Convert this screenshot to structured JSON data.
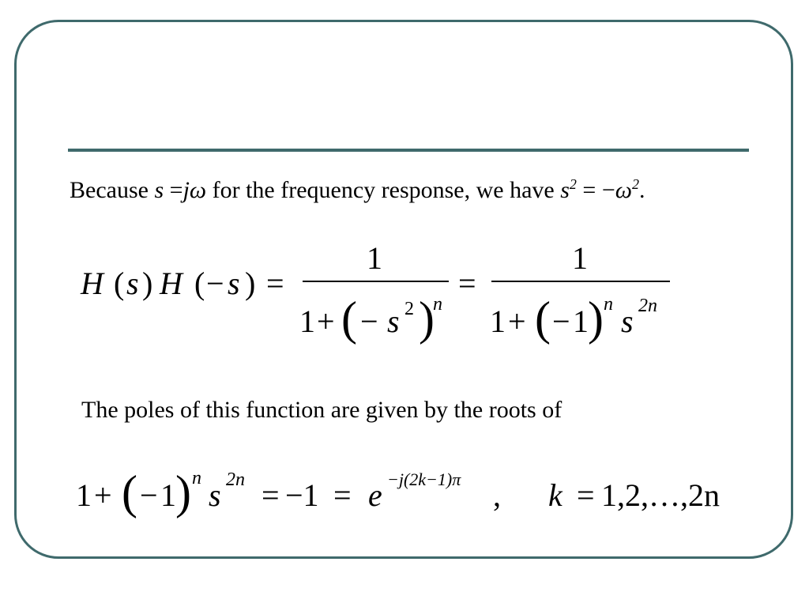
{
  "slide": {
    "line1_before": "Because ",
    "line1_s": "s",
    "line1_eq": " =",
    "line1_jw": "jω",
    "line1_mid": " for the frequency response, we have ",
    "line1_s2_base": "s",
    "line1_s2_exp": "2",
    "line1_eq2": " = −",
    "line1_w2_base": "ω",
    "line1_w2_exp": "2",
    "line1_end": ".",
    "line2": "The poles of this function are given by the roots of"
  },
  "eq1": {
    "H": "H",
    "s": "s",
    "lp": "(",
    "rp": ")",
    "minus": "−",
    "equals": "=",
    "one": "1",
    "plus": "+",
    "two": "2",
    "n": "n",
    "two_n": "2n"
  },
  "eq2": {
    "one": "1",
    "plus": "+",
    "minus": "−",
    "equals": "=",
    "n": "n",
    "s": "s",
    "two_n": "2n",
    "minus_one": "−1",
    "e": "e",
    "exponent": "−j(2k−1)π",
    "comma": ",",
    "k": "k",
    "k_values": "1,2,…,2n"
  }
}
